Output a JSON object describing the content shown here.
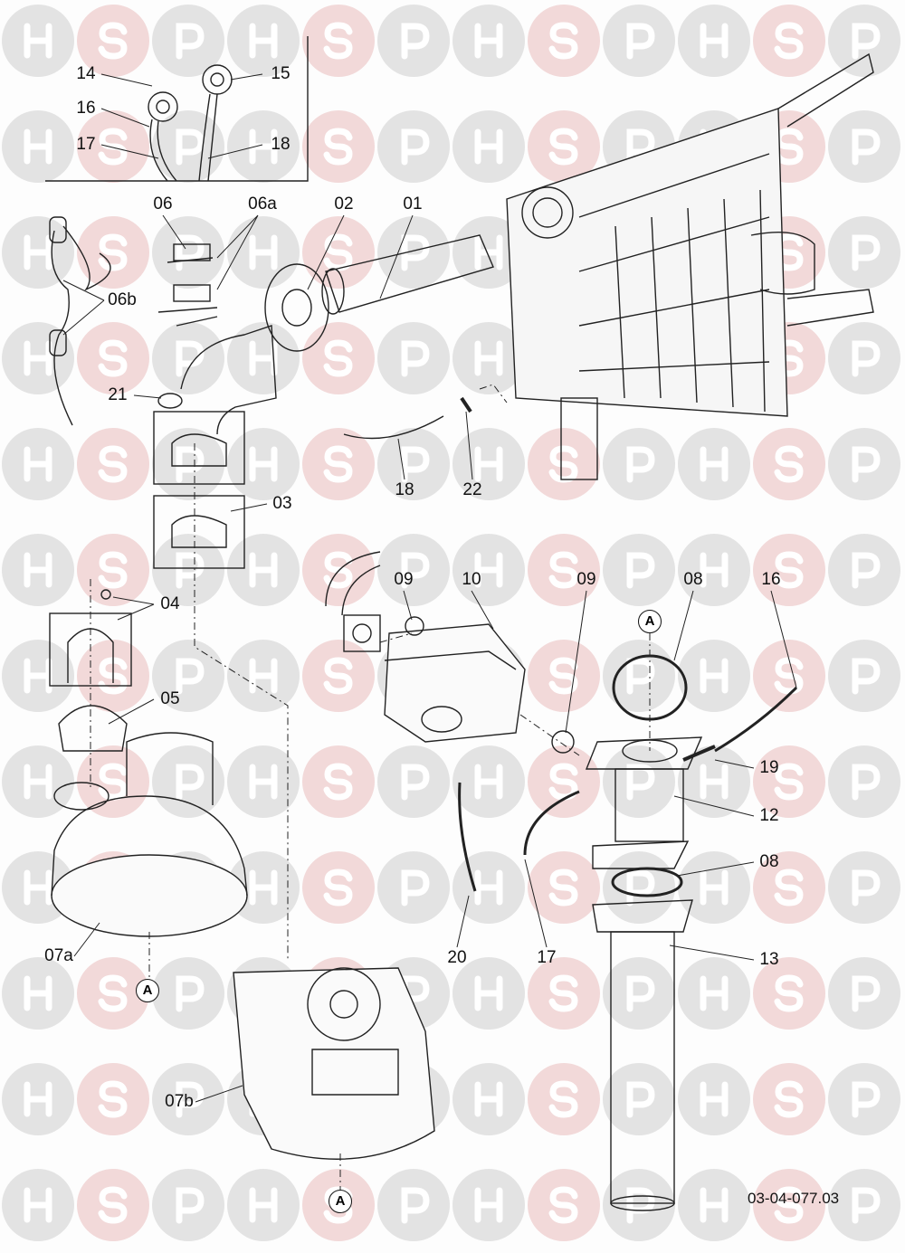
{
  "watermark": {
    "letters": [
      "H",
      "S",
      "P"
    ],
    "circle_color": "#e3e3e3",
    "accent_circle_color": "#f2d9d9",
    "letter_color": "#ffffff"
  },
  "labels": [
    "14",
    "15",
    "16",
    "17",
    "18",
    "06",
    "06a",
    "02",
    "01",
    "06b",
    "21",
    "18",
    "22",
    "03",
    "04",
    "09",
    "10",
    "09",
    "08",
    "16",
    "05",
    "19",
    "12",
    "08",
    "07a",
    "20",
    "17",
    "13",
    "07b"
  ],
  "section_marker": "A",
  "drawing_code": "03-04-077.03"
}
